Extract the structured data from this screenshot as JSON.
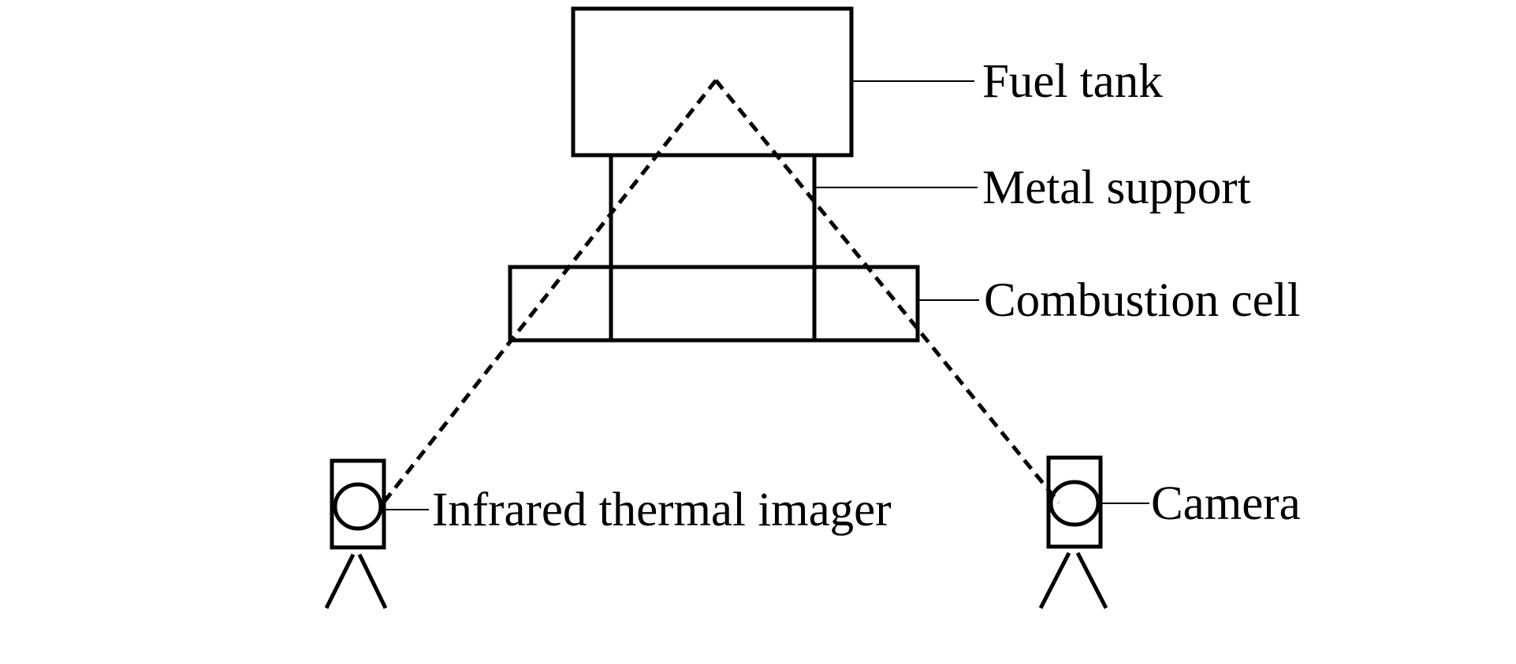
{
  "labels": {
    "fuel_tank": "Fuel tank",
    "metal_support": "Metal support",
    "combustion_cell": "Combustion cell",
    "infrared_thermal_imager": "Infrared thermal imager",
    "camera": "Camera"
  }
}
